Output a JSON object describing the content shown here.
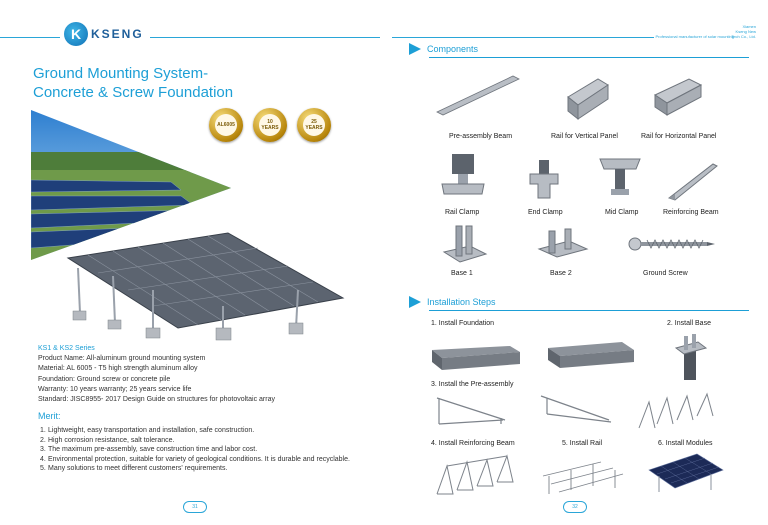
{
  "header": {
    "logo_letter": "K",
    "logo_text": "KSENG",
    "right_lines": [
      "Xiamen",
      "Kseng New",
      "Tech Co., Ltd."
    ],
    "tagline": "Professional manufacturer of solar mounting"
  },
  "left": {
    "title_line1": "Ground Mounting System-",
    "title_line2": "Concrete & Screw Foundation",
    "seals": [
      {
        "text": "AL6005"
      },
      {
        "text": "10 YEARS"
      },
      {
        "text": "25 YEARS"
      }
    ],
    "series": "KS1 & KS2 Series",
    "specs": [
      "Product Name: All-aluminum ground mounting system",
      "Material: AL 6005 - T5 high strength aluminum alloy",
      "Foundation: Ground screw or concrete pile",
      "Warranty: 10 years warranty; 25 years service life",
      "Standard: JISC8955- 2017  Design Guide on structures for photovoltaic array"
    ],
    "merit_heading": "Merit:",
    "merits": [
      {
        "n": "1.",
        "text": "Lightweight, easy transportation and installation, safe construction."
      },
      {
        "n": "2.",
        "text": "High corrosion resistance, salt tolerance."
      },
      {
        "n": "3.",
        "text": "The maximum pre-assembly, save construction time and labor cost."
      },
      {
        "n": "4.",
        "text": "Environmental protection, suitable for variety of geological conditions. It is durable and recyclable."
      },
      {
        "n": "5.",
        "text": "Many solutions to meet different customers' requirements."
      }
    ],
    "page_number": "31"
  },
  "right": {
    "components_heading": "Components",
    "components": [
      "Pre-assembly Beam",
      "Rail for Vertical Panel",
      "Rail for Horizontal Panel",
      "Rail Clamp",
      "End Clamp",
      "Mid Clamp",
      "Reinforcing Beam",
      "Base 1",
      "Base 2",
      "Ground Screw"
    ],
    "steps_heading": "Installation Steps",
    "steps": [
      "1. Install Foundation",
      "2. Install Base",
      "3. Install the Pre-assembly",
      "4. Install Reinforcing Beam",
      "5. Install Rail",
      "6. Install Modules"
    ],
    "page_number": "32"
  },
  "colors": {
    "accent": "#1d9fd6",
    "seal_gold": "#b8860b"
  }
}
